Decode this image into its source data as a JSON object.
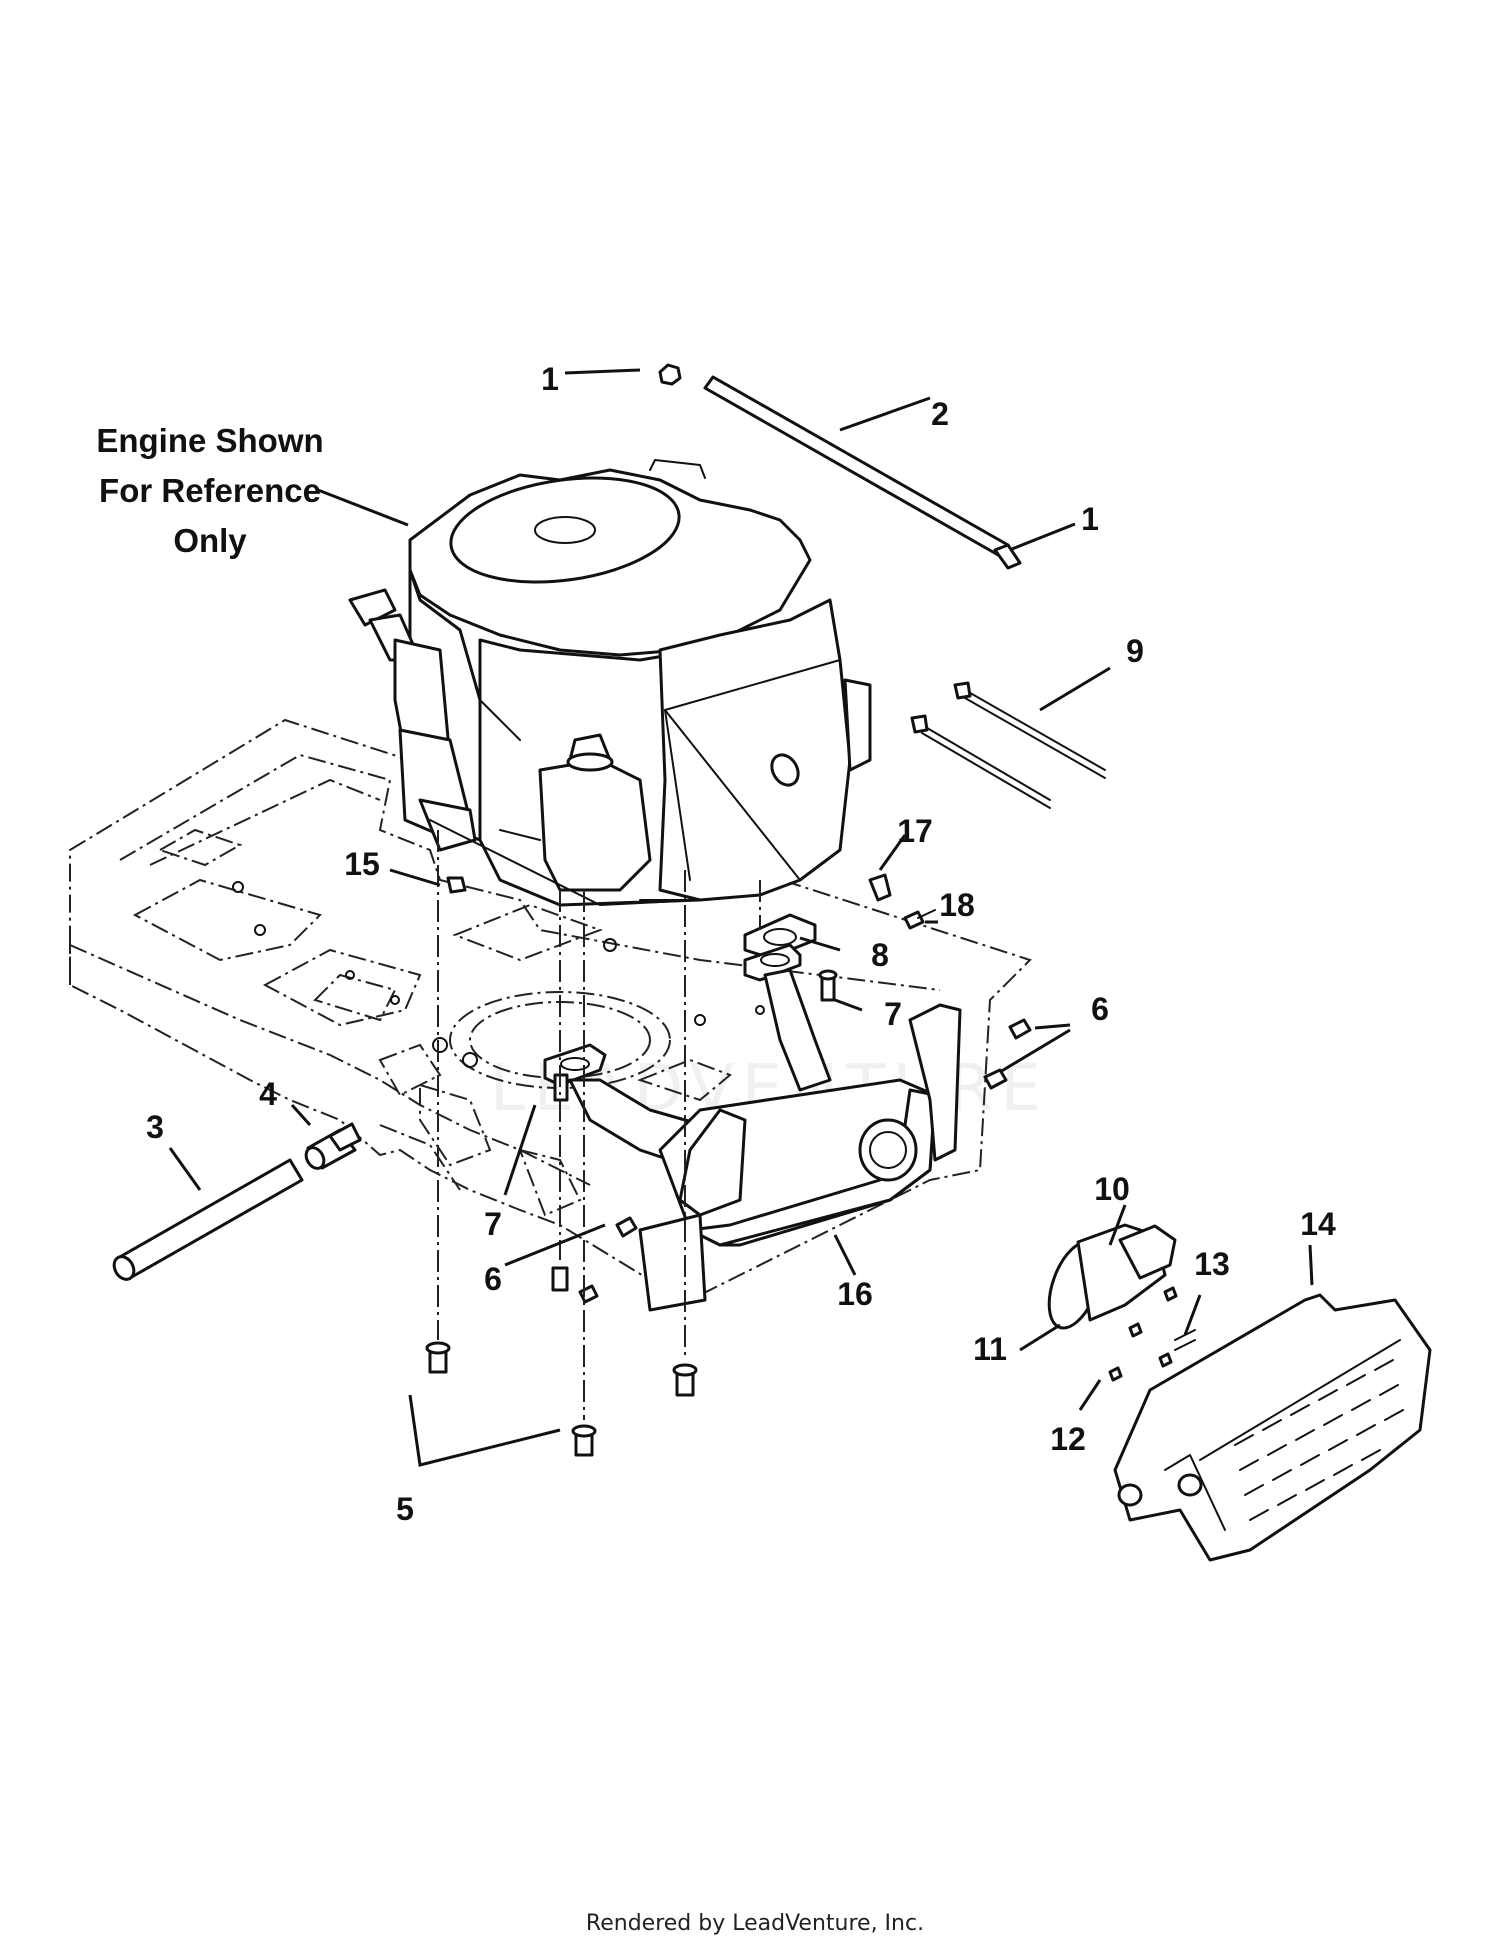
{
  "note": {
    "lines": [
      "Engine Shown",
      "For Reference",
      "Only"
    ]
  },
  "callouts": {
    "c1a": "1",
    "c1b": "1",
    "c2": "2",
    "c3": "3",
    "c4": "4",
    "c5": "5",
    "c6a": "6",
    "c6b": "6",
    "c7a": "7",
    "c7b": "7",
    "c8": "8",
    "c9": "9",
    "c10": "10",
    "c11": "11",
    "c12": "12",
    "c13": "13",
    "c14": "14",
    "c15": "15",
    "c16": "16",
    "c17": "17",
    "c18": "18"
  },
  "watermark": "LEADVENTURE",
  "footer": "Rendered by LeadVenture, Inc."
}
